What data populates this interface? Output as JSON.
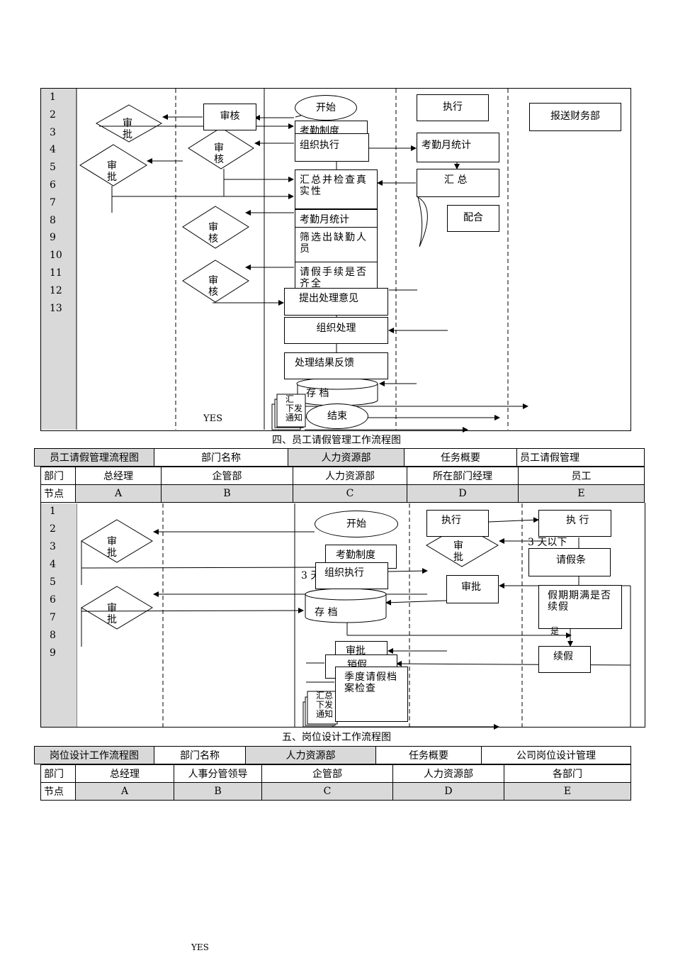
{
  "flow3": {
    "row_numbers": [
      "1",
      "2",
      "3",
      "4",
      "5",
      "6",
      "7",
      "8",
      "9",
      "10",
      "11",
      "12",
      "13"
    ],
    "shapes": {
      "start": "开始",
      "execute": "执行",
      "report_finance": "报送财务部",
      "review_b1": "审核",
      "approve_a1": "审\n批",
      "attendance_system": "考勤制度",
      "org_execute": "组织执行",
      "attendance_stat_d": "考勤月统计",
      "review_b2": "审\n核",
      "approve_a2": "审\n批",
      "summary_check": "汇总并检查真实性",
      "summary_d": "汇 总",
      "cooperate": "配合",
      "attendance_stat_c": "考勤月统计",
      "review_b3": "审\n核",
      "screen_absent": "筛选出缺勤人员",
      "leave_complete": "请假手续是否齐全",
      "review_b4": "审\n核",
      "propose": "提出处理意见",
      "org_handle": "组织处理",
      "feedback": "处理结果反馈",
      "archive": "存  档",
      "end": "结束",
      "notice_stack": "汇\n下发\n通知",
      "yes": "YES"
    }
  },
  "flow4": {
    "caption": "四、员工请假管理工作流程图",
    "header": {
      "flow_name": "员工请假管理流程图",
      "dept_label": "部门名称",
      "dept_value": "人力资源部",
      "task_label": "任务概要",
      "task_value": "员工请假管理"
    },
    "dept_row": [
      "部门",
      "总经理",
      "企管部",
      "人力资源部",
      "所在部门经理",
      "员工"
    ],
    "node_row": [
      "节点",
      "A",
      "B",
      "C",
      "D",
      "E"
    ],
    "row_numbers": [
      "1",
      "2",
      "3",
      "4",
      "5",
      "6",
      "7",
      "8",
      "9"
    ],
    "shapes": {
      "start": "开始",
      "execute_d": "执行",
      "execute_e": "执 行",
      "approve_a1": "审\n批",
      "approve_d": "审\n批",
      "three_days": "3 天以下",
      "attendance_system": "考勤制度",
      "leave_note": "请假条",
      "org_execute": "组织执行",
      "three_mark": "3 天",
      "approve_d2": "审批",
      "approve_a2": "审\n批",
      "archive": "存  档",
      "expire_continue": "假期期满是否续假",
      "yes_mark": "是",
      "approve_c": "审批",
      "continue_leave": "续假",
      "cancel_leave": "销假",
      "quarter_check": "季度请假档案检查",
      "notice_stack": "汇总\n下发\n通知"
    }
  },
  "flow5": {
    "caption": "五、岗位设计工作流程图",
    "header": {
      "flow_name": "岗位设计工作流程图",
      "dept_label": "部门名称",
      "dept_value": "人力资源部",
      "task_label": "任务概要",
      "task_value": "公司岗位设计管理"
    },
    "dept_row": [
      "部门",
      "总经理",
      "人事分管领导",
      "企管部",
      "人力资源部",
      "各部门"
    ],
    "node_row": [
      "节点",
      "A",
      "B",
      "C",
      "D",
      "E"
    ]
  },
  "footer_yes": "YES"
}
